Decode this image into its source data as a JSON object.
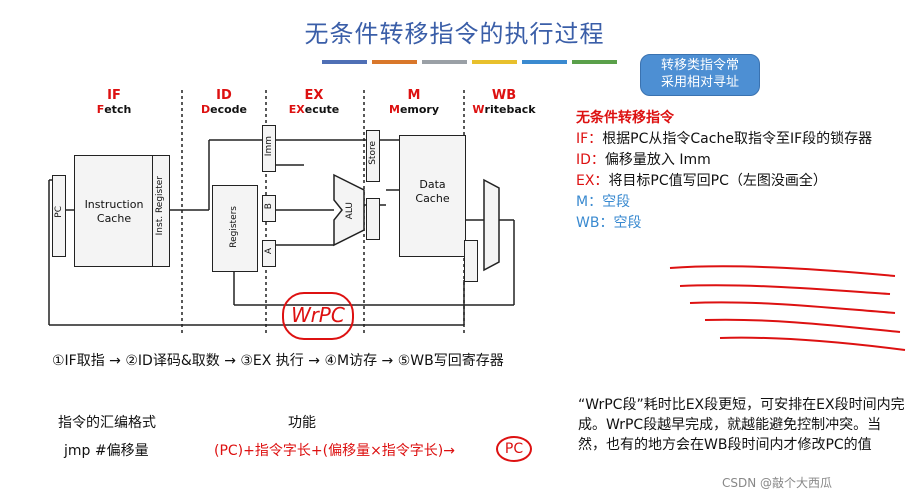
{
  "title": "无条件转移指令的执行过程",
  "colors": {
    "title": "#3a5ea8",
    "accent_red": "#d11111",
    "accent_blue": "#3a8ad0",
    "bubble": "#4d8fd3",
    "stripes": [
      "#4f6fb5",
      "#d9772a",
      "#9aa0a6",
      "#e8c02c",
      "#3a8ad0",
      "#5aa04a"
    ]
  },
  "bubble": {
    "line1": "转移类指令常",
    "line2": "采用相对寻址"
  },
  "stages": [
    {
      "code": "IF",
      "name_initial": "F",
      "name_rest": "etch"
    },
    {
      "code": "ID",
      "name_initial": "D",
      "name_rest": "ecode"
    },
    {
      "code": "EX",
      "name_initial": "EX",
      "name_rest": "ecute"
    },
    {
      "code": "M",
      "name_initial": "M",
      "name_rest": "emory"
    },
    {
      "code": "WB",
      "name_initial": "W",
      "name_rest": "riteback"
    }
  ],
  "diagram": {
    "pc": "PC",
    "icache_line1": "Instruction",
    "icache_line2": "Cache",
    "inst_reg": "Inst. Register",
    "registers": "Registers",
    "imm": "Imm",
    "b": "B",
    "a": "A",
    "alu": "ALU",
    "store": "Store",
    "dcache_line1": "Data",
    "dcache_line2": "Cache",
    "annotation": "WrPC"
  },
  "explain": {
    "heading": "无条件转移指令",
    "if_label": "IF：",
    "if_text": "根据PC从指令Cache取指令至IF段的锁存器",
    "id_label": "ID：",
    "id_text": "偏移量放入 Imm",
    "ex_label": "EX：",
    "ex_text": "将目标PC值写回PC（左图没画全）",
    "m_text": "M：空段",
    "wb_text": "WB：空段"
  },
  "pipeline_steps": "①IF取指 → ②ID译码&取数 → ③EX 执行 → ④M访存 → ⑤WB写回寄存器",
  "format_header": "指令的汇编格式",
  "function_header": "功能",
  "instruction": "jmp  #偏移量",
  "function_expr": "(PC)+指令字长+(偏移量×指令字长)→",
  "function_target": "PC",
  "note": "“WrPC段”耗时比EX段更短，可安排在EX段时间内完成。WrPC段越早完成，就越能避免控制冲突。当然，也有的地方会在WB段时间内才修改PC的值",
  "watermark": "CSDN @敲个大西瓜"
}
